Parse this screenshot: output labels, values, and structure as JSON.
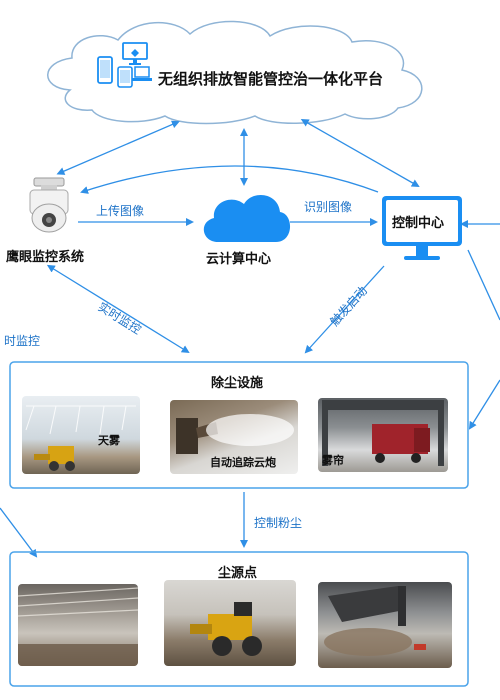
{
  "platform": {
    "title": "无组织排放智能管控治一体化平台"
  },
  "nodes": {
    "camera_system": "鹰眼监控系统",
    "cloud_compute": "云计算中心",
    "control_center": "控制中心"
  },
  "edges": {
    "upload_image": "上传图像",
    "recognize_image": "识别图像",
    "realtime_monitor": "实时监控",
    "realtime_monitor_left": "时监控",
    "trigger_start": "触发启动",
    "control_dust": "控制粉尘"
  },
  "dust_facility": {
    "title": "除尘设施",
    "items": [
      "天雾",
      "自动追踪云炮",
      "雾帘"
    ]
  },
  "dust_source": {
    "title": "尘源点"
  },
  "colors": {
    "arrow": "#2f8fe6",
    "label": "#1e73c8",
    "cloud": "#1a8ef2",
    "box_border": "#4aa3ea"
  }
}
